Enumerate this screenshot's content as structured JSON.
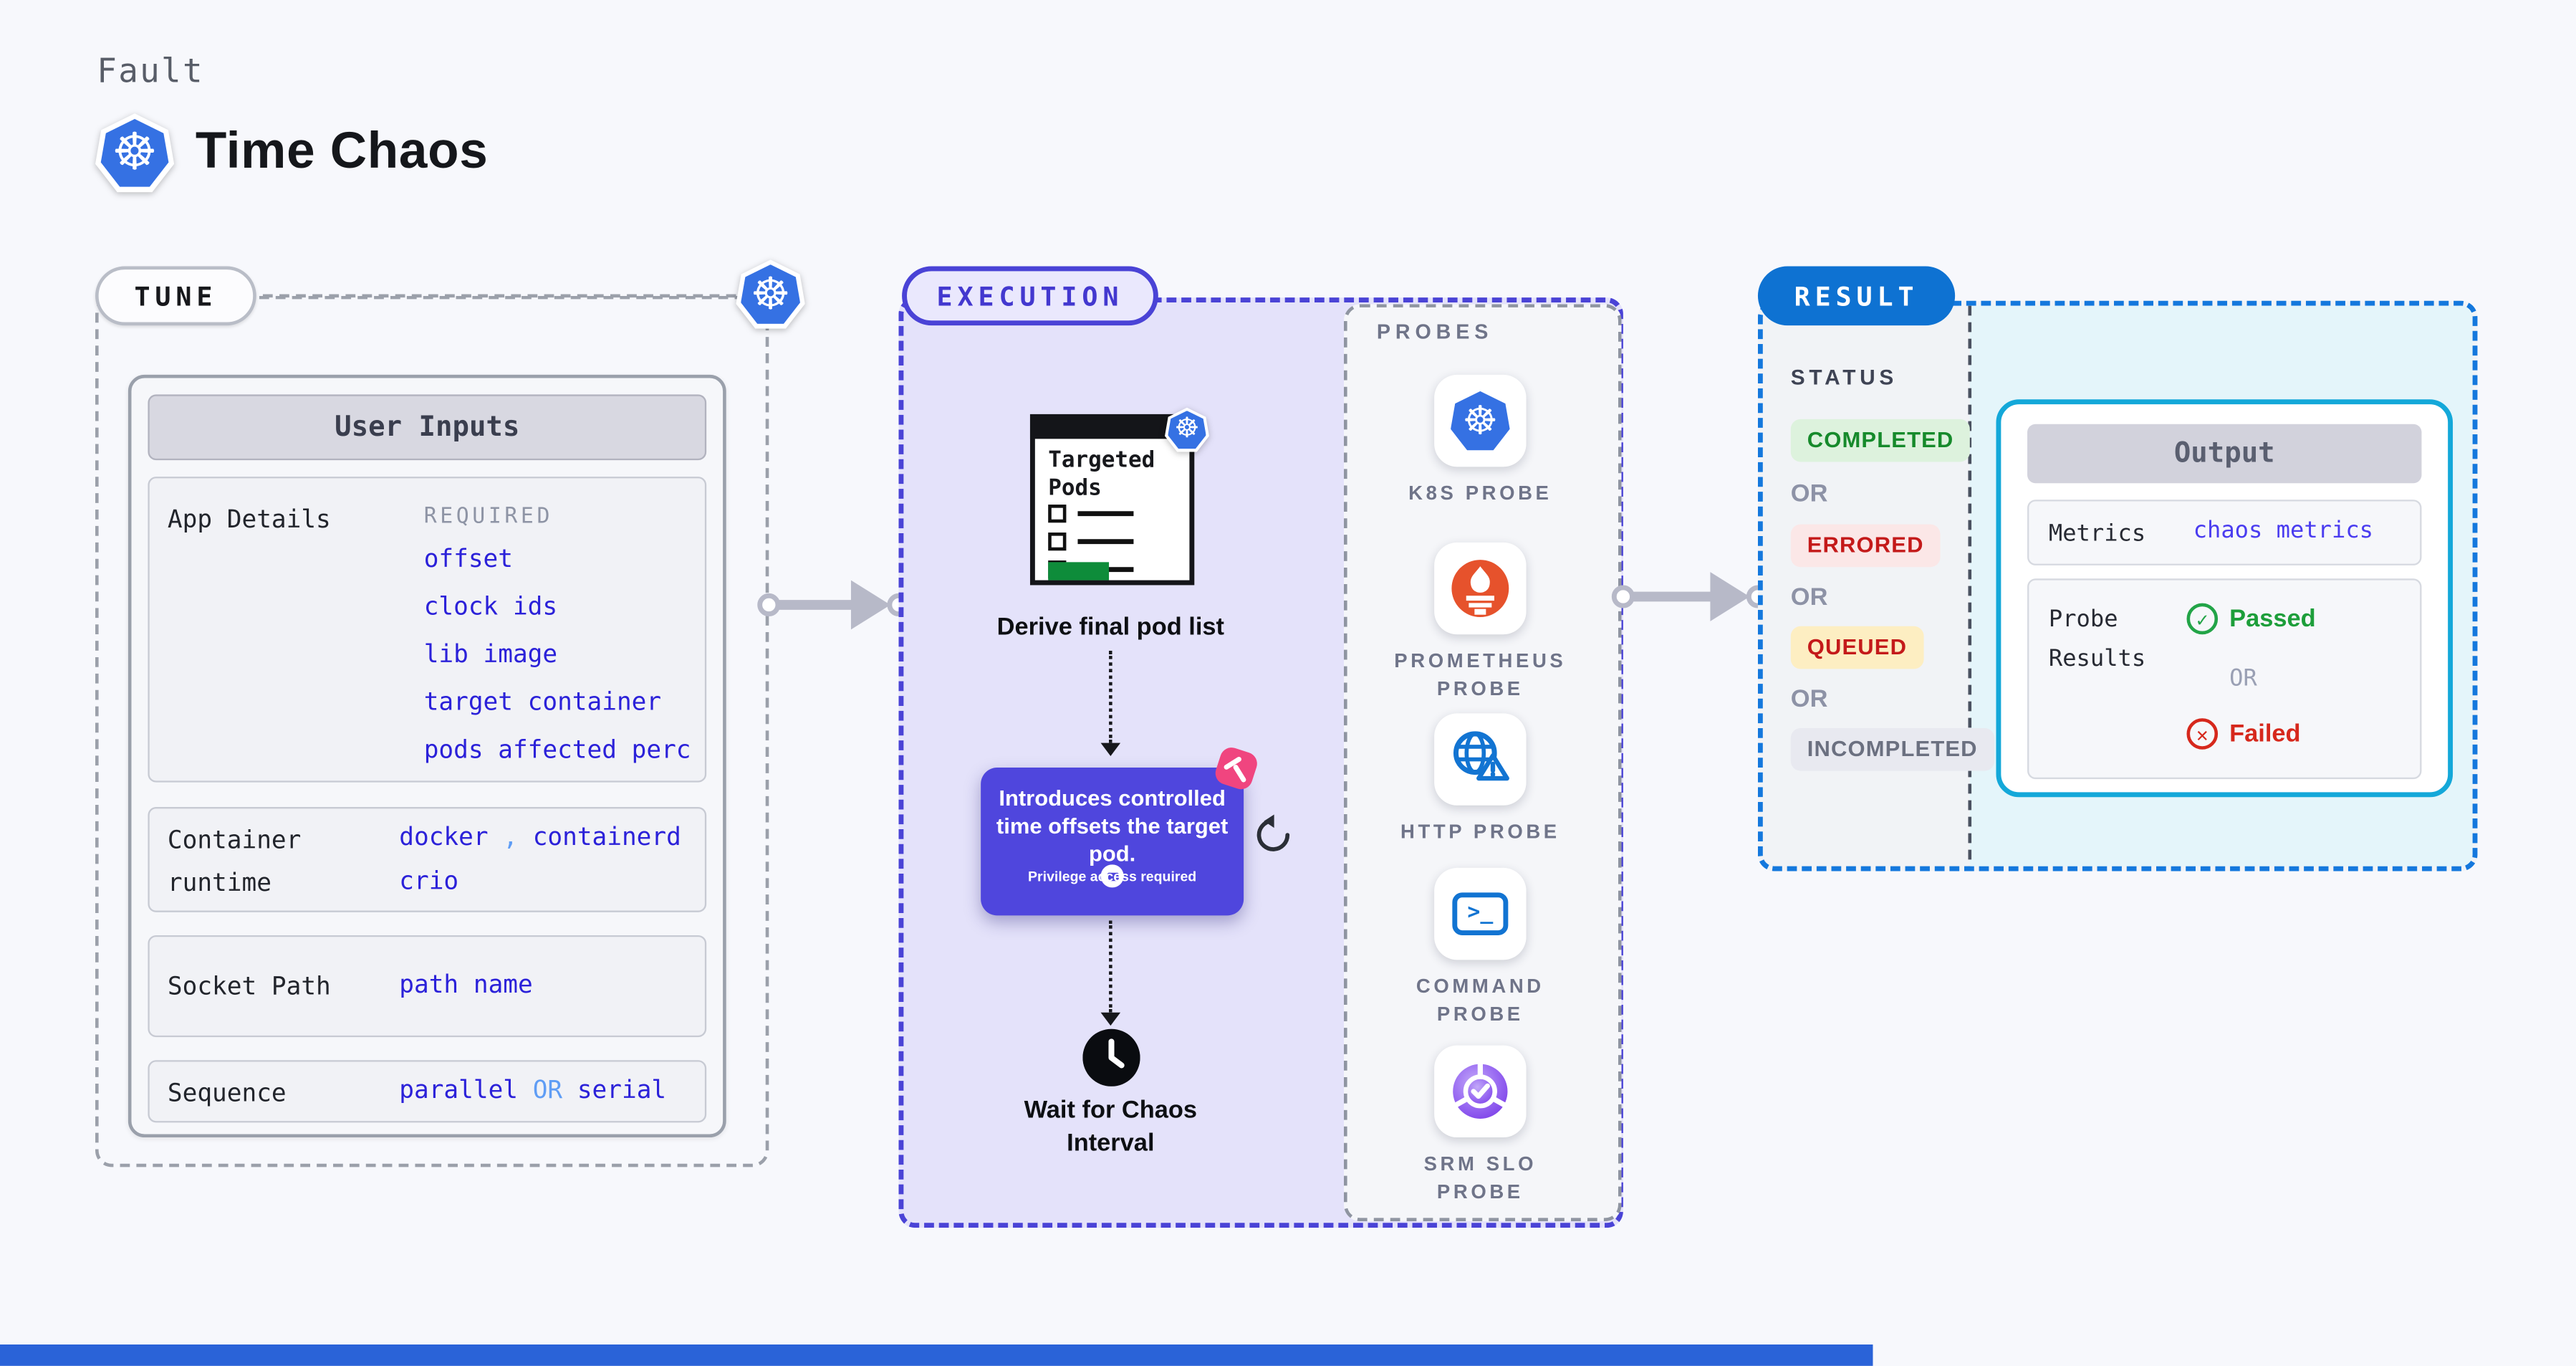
{
  "header": {
    "eyebrow": "Fault",
    "title": "Time Chaos"
  },
  "tune": {
    "pill": "TUNE",
    "user_inputs_title": "User Inputs",
    "app_details": {
      "label": "App Details",
      "tag": "REQUIRED",
      "values": [
        "offset",
        "clock ids",
        "lib image",
        "target container",
        "pods affected perc"
      ]
    },
    "container_runtime": {
      "label": "Container\nruntime",
      "value1": "docker",
      "separator": ",",
      "value2": "containerd",
      "value3": "crio"
    },
    "socket_path": {
      "label": "Socket Path",
      "value": "path name"
    },
    "sequence": {
      "label": "Sequence",
      "value1": "parallel",
      "or": "OR",
      "value2": "serial"
    }
  },
  "execution": {
    "pill": "EXECUTION",
    "targeted_pods_title": "Targeted Pods",
    "derive_caption": "Derive final pod list",
    "tooltip_text": "Introduces controlled time offsets the target pod.",
    "privilege_note": "Privilege access required",
    "wait_caption": "Wait for Chaos Interval"
  },
  "probes": {
    "title": "PROBES",
    "items": [
      {
        "icon": "kubernetes-icon",
        "label": "K8S PROBE"
      },
      {
        "icon": "prometheus-icon",
        "label": "PROMETHEUS PROBE"
      },
      {
        "icon": "http-icon",
        "label": "HTTP PROBE"
      },
      {
        "icon": "command-icon",
        "label": "COMMAND PROBE"
      },
      {
        "icon": "srm-slo-icon",
        "label": "SRM SLO PROBE"
      }
    ]
  },
  "result": {
    "pill": "RESULT",
    "status_title": "STATUS",
    "or": "OR",
    "statuses": [
      {
        "label": "COMPLETED",
        "color": "#168a2b",
        "bg": "#ddf2dd"
      },
      {
        "label": "ERRORED",
        "color": "#c41a1a",
        "bg": "#fbe7e7"
      },
      {
        "label": "QUEUED",
        "color": "#c41a1a",
        "bg": "#fdeec2"
      },
      {
        "label": "INCOMPLETED",
        "color": "#6b7080",
        "bg": "#e8e9f0"
      }
    ],
    "output": {
      "title": "Output",
      "metrics_label": "Metrics",
      "metrics_value": "chaos metrics",
      "probe_results_label": "Probe\nResults",
      "passed": "Passed",
      "or": "OR",
      "failed": "Failed"
    }
  },
  "colors": {
    "accent_indigo": "#4a43d6",
    "accent_blue": "#1478dd",
    "link_blue": "#2b21d9",
    "light_blue": "#5f9df5",
    "purple_box": "#4f46dd",
    "cyan_border": "#14a8d9",
    "arrow_gray": "#b7b9c8",
    "pink": "#f0457f",
    "green": "#1d9e3a",
    "red": "#d6281c",
    "kubernetes_blue": "#3571e3",
    "prometheus_orange": "#e6522c"
  }
}
